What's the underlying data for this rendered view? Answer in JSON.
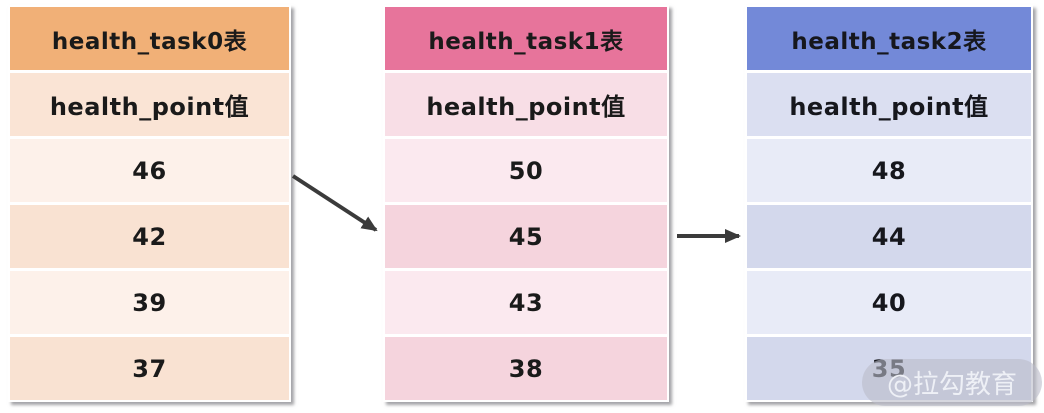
{
  "page": {
    "background": "#ffffff"
  },
  "tables": [
    {
      "title": "health_task0表",
      "field_label": "health_point值",
      "values": [
        "46",
        "42",
        "39",
        "37"
      ],
      "colors": {
        "header_bg": "#F1B077",
        "field_bg": "#FAE4D5",
        "row_light": "#FDF1EA",
        "row_dark": "#F9E2D2",
        "text": "#1A1A1A"
      }
    },
    {
      "title": "health_task1表",
      "field_label": "health_point值",
      "values": [
        "50",
        "45",
        "43",
        "38"
      ],
      "colors": {
        "header_bg": "#E7749B",
        "field_bg": "#F8DEE6",
        "row_light": "#FBE9EF",
        "row_dark": "#F5D4DD",
        "text": "#1A1A1A"
      }
    },
    {
      "title": "health_task2表",
      "field_label": "health_point值",
      "values": [
        "48",
        "44",
        "40",
        "35"
      ],
      "colors": {
        "header_bg": "#7389D8",
        "field_bg": "#DBDFF1",
        "row_light": "#E8EBF7",
        "row_dark": "#D3D8EC",
        "text": "#16171D"
      }
    }
  ],
  "arrows": {
    "color": "#3B3B3B"
  },
  "watermark": {
    "text": "@拉勾教育",
    "bg": "rgba(186,189,202,0.6)",
    "color": "#EEF0F6"
  }
}
